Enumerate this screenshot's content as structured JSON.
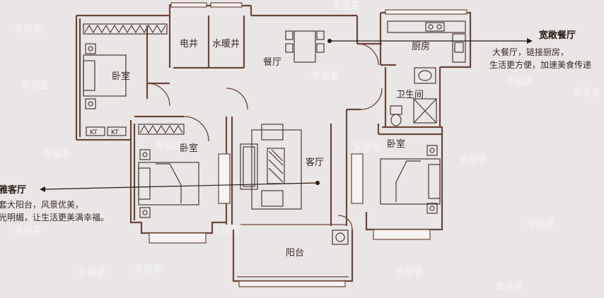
{
  "rooms": {
    "bedroom_top_left": "卧室",
    "electric_shaft": "电井",
    "water_shaft": "水暖井",
    "dining": "餐厅",
    "kitchen": "厨房",
    "bathroom": "卫生间",
    "bedroom_mid_left": "卧室",
    "living": "客厅",
    "bedroom_right": "卧室",
    "balcony": "阳台",
    "kt_1": "KT",
    "kt_2": "KT"
  },
  "callouts": {
    "dining": {
      "title": "宽敞餐厅",
      "lines": [
        "大餐厅，链接厨房，",
        "生活更方便，加速美食传递"
      ]
    },
    "living": {
      "title": "雅客厅",
      "lines": [
        "套大阳台，风景优美，",
        "光明媚，让生活更美满幸福。"
      ]
    }
  },
  "watermarks": [
    "幸福里",
    "安居客"
  ],
  "colors": {
    "wall": "#6b4637",
    "background": "#e9e6e5",
    "text": "#3a2a20"
  }
}
